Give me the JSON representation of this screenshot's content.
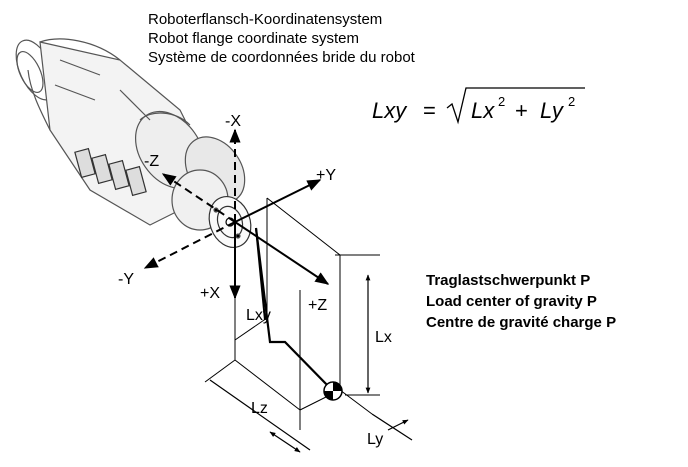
{
  "title_lines": [
    "Roboterflansch-Koordinatensystem",
    "Robot flange coordinate system",
    "Système de coordonnées bride du robot"
  ],
  "formula": {
    "lhs": "Lxy",
    "eq": "=",
    "t1": "Lx",
    "plus": "+",
    "t2": "Ly",
    "exp": "2"
  },
  "load_lines": [
    "Traglastschwerpunkt P",
    "Load center of gravity P",
    "Centre de gravité charge P"
  ],
  "axes": {
    "neg_x": "-X",
    "neg_z": "-Z",
    "pos_y": "+Y",
    "neg_y": "-Y",
    "pos_x": "+X",
    "pos_z": "+Z"
  },
  "dims": {
    "lxy": "Lxy",
    "lx": "Lx",
    "lz": "Lz",
    "ly": "Ly"
  },
  "ink_color": "#000000",
  "robot_color": "#555555"
}
